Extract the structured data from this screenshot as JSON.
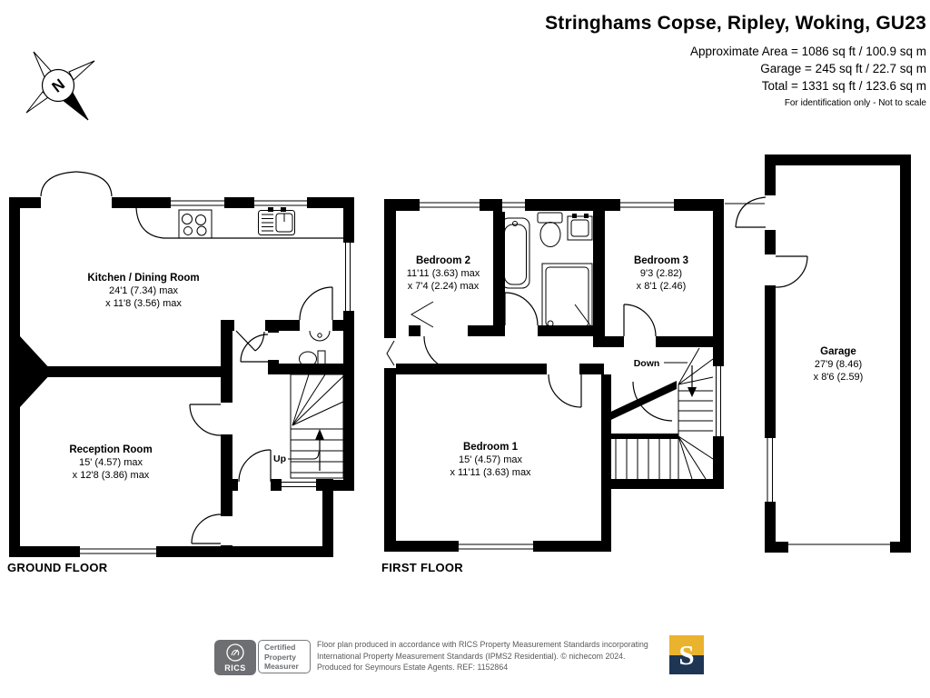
{
  "header": {
    "title": "Stringhams Copse, Ripley, Woking, GU23",
    "area_line1": "Approximate Area = 1086 sq ft / 100.9 sq m",
    "area_line2": "Garage = 245 sq ft / 22.7 sq m",
    "area_line3": "Total = 1331 sq ft / 123.6 sq m",
    "disclaimer": "For identification only - Not to scale"
  },
  "compass": {
    "letter": "N"
  },
  "floors": {
    "ground": {
      "label": "GROUND FLOOR",
      "stairs_label": "Up",
      "rooms": {
        "kitchen": {
          "name": "Kitchen / Dining Room",
          "dim1": "24'1 (7.34) max",
          "dim2": "x 11'8 (3.56) max"
        },
        "reception": {
          "name": "Reception Room",
          "dim1": "15' (4.57) max",
          "dim2": "x 12'8 (3.86) max"
        }
      }
    },
    "first": {
      "label": "FIRST FLOOR",
      "stairs_label": "Down",
      "rooms": {
        "bedroom2": {
          "name": "Bedroom 2",
          "dim1": "11'11 (3.63) max",
          "dim2": "x 7'4 (2.24) max"
        },
        "bedroom3": {
          "name": "Bedroom 3",
          "dim1": "9'3 (2.82)",
          "dim2": "x 8'1 (2.46)"
        },
        "bedroom1": {
          "name": "Bedroom 1",
          "dim1": "15' (4.57) max",
          "dim2": "x 11'11 (3.63) max"
        }
      }
    },
    "garage": {
      "rooms": {
        "garage": {
          "name": "Garage",
          "dim1": "27'9 (8.46)",
          "dim2": "x 8'6 (2.59)"
        }
      }
    }
  },
  "footer": {
    "rics_label": "RICS",
    "cert_line1": "Certified",
    "cert_line2": "Property",
    "cert_line3": "Measurer",
    "line1": "Floor plan produced in accordance with RICS Property Measurement Standards incorporating",
    "line2": "International Property Measurement Standards (IPMS2 Residential).   © nichecom 2024.",
    "line3": "Produced for Seymours Estate Agents.   REF: 1152864",
    "logo_letter": "S"
  },
  "colors": {
    "wall": "#000000",
    "footer_gray": "#58595B",
    "rics_gray": "#6E6F72",
    "seymours_gold": "#EAB32E",
    "seymours_navy": "#1E3553"
  }
}
